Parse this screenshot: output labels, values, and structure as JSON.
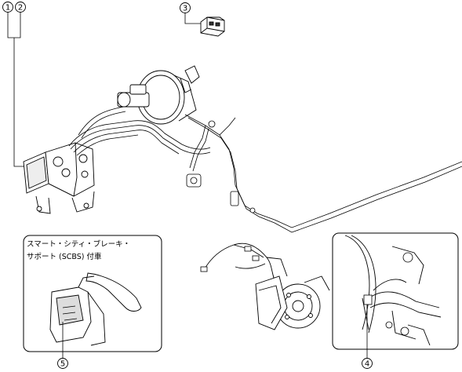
{
  "callouts": [
    {
      "id": "1",
      "label": "1"
    },
    {
      "id": "2",
      "label": "2"
    },
    {
      "id": "3",
      "label": "3"
    },
    {
      "id": "4",
      "label": "4"
    },
    {
      "id": "5",
      "label": "5"
    }
  ],
  "inset_note": {
    "line1": "スマート・シティ・ブレーキ・",
    "line2": "サポート (SCBS) 付車"
  }
}
